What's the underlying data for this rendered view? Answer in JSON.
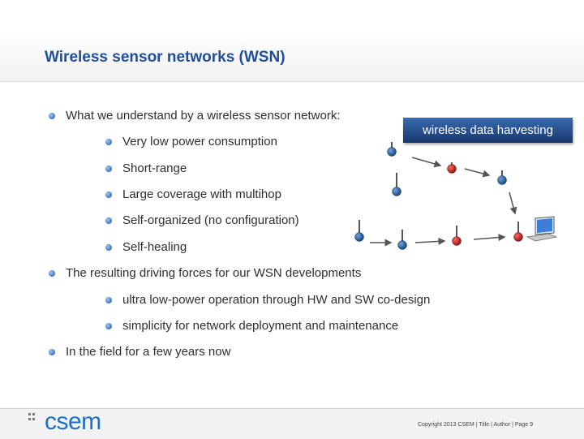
{
  "slide": {
    "title": "Wireless sensor networks (WSN)"
  },
  "bullets": [
    "What we understand by a wireless sensor network:",
    "Very low power consumption",
    "Short-range",
    "Large coverage with multihop",
    "Self-organized (no configuration)",
    "Self-healing",
    "The resulting driving forces for our WSN developments",
    "ultra low-power operation through HW and SW co-design",
    "simplicity for network deployment and maintenance",
    "In the field for a few years now"
  ],
  "diagram": {
    "label": "wireless data harvesting",
    "colors": {
      "node_blue": "#1d5fa5",
      "node_red": "#c4161c",
      "arrow": "#555555"
    }
  },
  "footer": {
    "logo": "csem",
    "text": "Copyright 2013 CSEM   |  Title  |  Author  |  Page 9"
  }
}
